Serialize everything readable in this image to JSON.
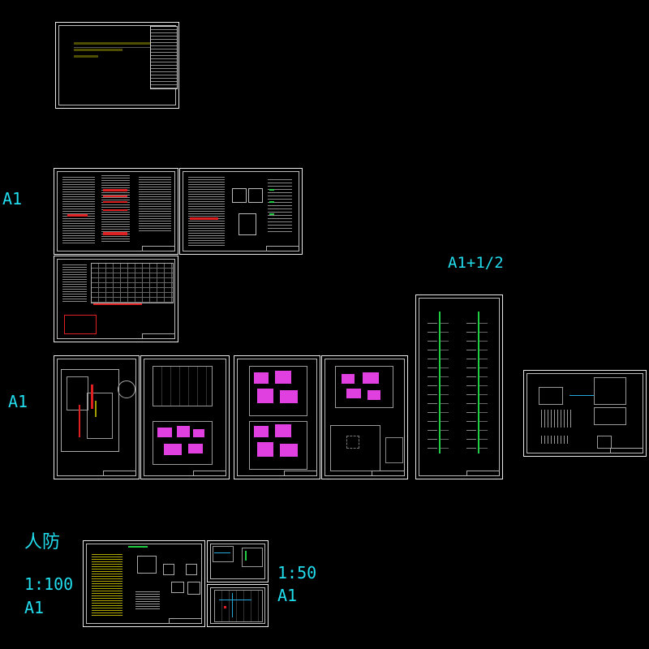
{
  "labels": {
    "a1_top": "A1",
    "a1_mid": "A1",
    "a1_half": "A1+1/2",
    "civil_defense": "人防",
    "scale_100": "1:100",
    "a1_bottom": "A1",
    "scale_50": "1:50",
    "a1_bottom_right": "A1"
  },
  "colors": {
    "label": "#22ddee",
    "sheet_border": "#e8e8e8",
    "magenta": "#e040e0",
    "red": "#e02020",
    "green": "#22cc44",
    "yellow": "#e6e000"
  }
}
